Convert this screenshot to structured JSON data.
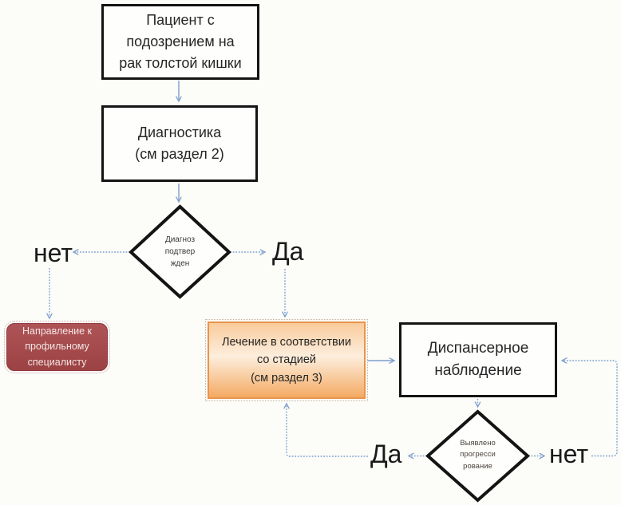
{
  "flowchart": {
    "nodes": {
      "patient": {
        "lines": [
          "Пациент с",
          "подозрением на",
          "рак толстой кишки"
        ]
      },
      "diagnostics": {
        "lines": [
          "Диагностика",
          "(см раздел 2)"
        ]
      },
      "diagnosis_check": {
        "lines": [
          "Диагноз",
          "подтвер",
          "жден"
        ]
      },
      "referral": {
        "lines": [
          "Направление к",
          "профильному",
          "специалисту"
        ]
      },
      "treatment": {
        "lines": [
          "Лечение в соответствии",
          "со стадией",
          "(см раздел 3)"
        ]
      },
      "observation": {
        "lines": [
          "Диспансерное",
          "наблюдение"
        ]
      },
      "progression_check": {
        "lines": [
          "Выявлено",
          "прогресси",
          "рование"
        ]
      }
    },
    "edge_labels": {
      "diagnosis_no": "нет",
      "diagnosis_yes": "Да",
      "progression_yes": "Да",
      "progression_no": "нет"
    }
  },
  "colors": {
    "background": "#fcfcf8",
    "arrow_blue": "#7d9fce",
    "node_border_dark": "#141414",
    "node_fill": "#fefefc",
    "text_dark": "#262626",
    "treatment_border": "#e9944b",
    "treatment_fill_top": "#f9cb9c",
    "treatment_fill_mid": "#fdeedd",
    "treatment_fill_bottom": "#f3aa62",
    "referral_fill_top": "#ae5356",
    "referral_fill_bottom": "#9c4244",
    "referral_border": "#8e3a3d",
    "referral_text": "#f3e6e4"
  }
}
